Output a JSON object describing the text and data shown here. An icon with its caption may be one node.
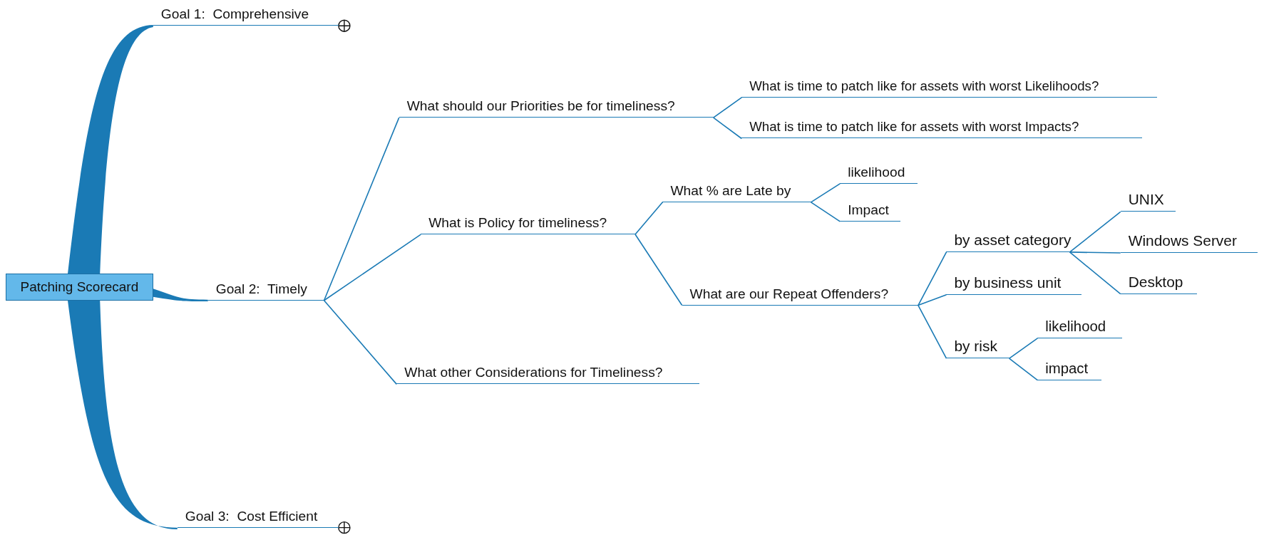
{
  "diagram": {
    "nodes": [
      {
        "text": [
          "Patching Scorecard"
        ]
      },
      {
        "text": [
          "Goal 1:  Comprehensive"
        ]
      },
      {
        "text": [
          "Goal 2:  Timely"
        ]
      },
      {
        "text": [
          "Goal 3:  Cost Efficient"
        ]
      },
      {
        "text": [
          "What should our Priorities be for timeliness?"
        ]
      },
      {
        "text": [
          "What is time to patch like for assets with worst Likelihoods?"
        ]
      },
      {
        "text": [
          "What is time to patch like for assets with worst Impacts?"
        ]
      },
      {
        "text": [
          "What is Policy for timeliness?"
        ]
      },
      {
        "text": [
          "What % are Late by"
        ]
      },
      {
        "text": [
          "likelihood"
        ]
      },
      {
        "text": [
          "Impact"
        ]
      },
      {
        "text": [
          "What are our Repeat Offenders?"
        ]
      },
      {
        "text": [
          "by asset category"
        ]
      },
      {
        "text": [
          "UNIX"
        ]
      },
      {
        "text": [
          "Windows Server"
        ]
      },
      {
        "text": [
          "Desktop"
        ]
      },
      {
        "text": [
          "by business unit"
        ]
      },
      {
        "text": [
          "by risk"
        ]
      },
      {
        "text": [
          "likelihood"
        ]
      },
      {
        "text": [
          "impact"
        ]
      },
      {
        "text": [
          "What other Considerations for Timeliness?"
        ]
      }
    ],
    "edges": [
      {
        "from": 0,
        "to": 1,
        "arrow": "none",
        "style": "thick"
      },
      {
        "from": 0,
        "to": 2,
        "arrow": "none",
        "style": "thick"
      },
      {
        "from": 0,
        "to": 3,
        "arrow": "none",
        "style": "thick"
      },
      {
        "from": 2,
        "to": 4,
        "arrow": "none"
      },
      {
        "from": 4,
        "to": 5,
        "arrow": "none"
      },
      {
        "from": 4,
        "to": 6,
        "arrow": "none"
      },
      {
        "from": 2,
        "to": 7,
        "arrow": "none"
      },
      {
        "from": 7,
        "to": 8,
        "arrow": "none"
      },
      {
        "from": 8,
        "to": 9,
        "arrow": "none"
      },
      {
        "from": 8,
        "to": 10,
        "arrow": "none"
      },
      {
        "from": 7,
        "to": 11,
        "arrow": "none"
      },
      {
        "from": 11,
        "to": 12,
        "arrow": "none"
      },
      {
        "from": 12,
        "to": 13,
        "arrow": "none"
      },
      {
        "from": 12,
        "to": 14,
        "arrow": "none"
      },
      {
        "from": 12,
        "to": 15,
        "arrow": "none"
      },
      {
        "from": 11,
        "to": 16,
        "arrow": "none"
      },
      {
        "from": 11,
        "to": 17,
        "arrow": "none"
      },
      {
        "from": 17,
        "to": 18,
        "arrow": "none"
      },
      {
        "from": 17,
        "to": 19,
        "arrow": "none"
      },
      {
        "from": 2,
        "to": 20,
        "arrow": "none"
      }
    ]
  }
}
